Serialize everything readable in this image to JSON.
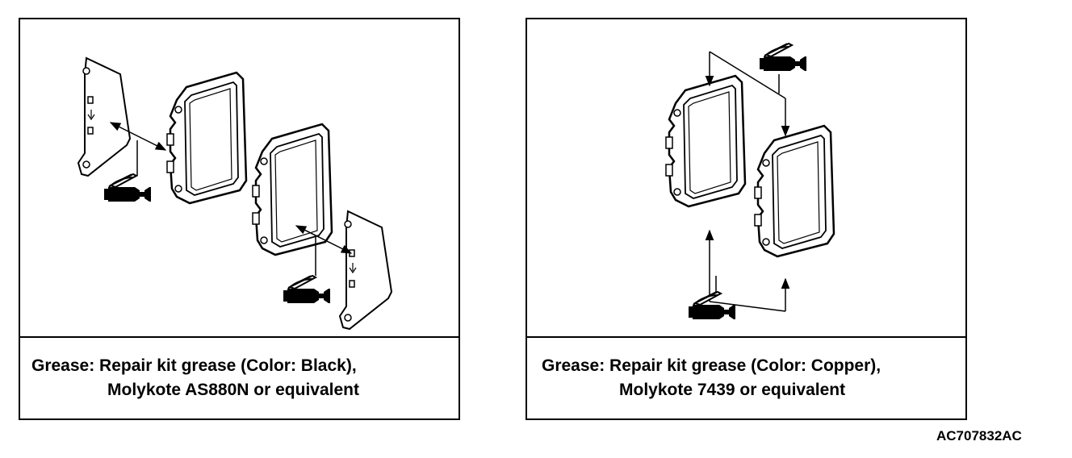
{
  "figure_code": "AC707832AC",
  "panels": [
    {
      "grease_line1": "Grease: Repair kit grease (Color: Black),",
      "grease_line2": "Molykote AS880N or equivalent"
    },
    {
      "grease_line1": "Grease: Repair kit grease (Color: Copper),",
      "grease_line2": "Molykote 7439 or equivalent"
    }
  ]
}
